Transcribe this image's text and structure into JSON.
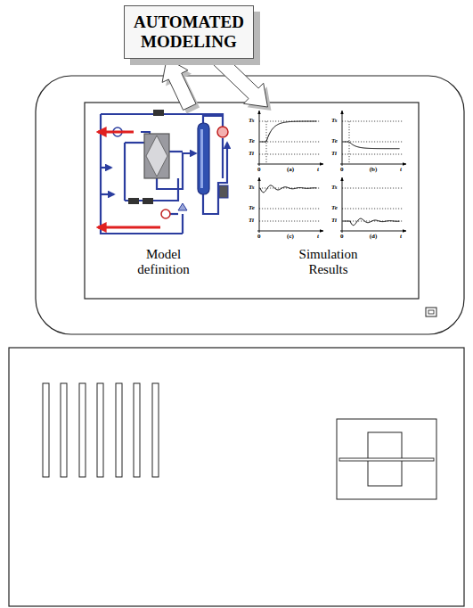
{
  "diagram": {
    "nodes": [
      {
        "text": [
          "AUTOMATED MODELING"
        ]
      },
      {
        "text": [
          "Model definition"
        ]
      },
      {
        "text": [
          "Simulation Results"
        ]
      }
    ],
    "edges": [
      {
        "from": 1,
        "to": 0,
        "arrow": "to"
      },
      {
        "from": 0,
        "to": 2,
        "arrow": "to"
      }
    ],
    "labels": [
      "Ts",
      "Te",
      "Ti",
      "0",
      "t",
      "(a)",
      "Ts",
      "Te",
      "Ti",
      "0",
      "t",
      "(b)",
      "Ts",
      "Te",
      "Ti",
      "0",
      "t",
      "(c)",
      "Ts",
      "Te",
      "Ti",
      "0",
      "t",
      "(d)"
    ]
  }
}
